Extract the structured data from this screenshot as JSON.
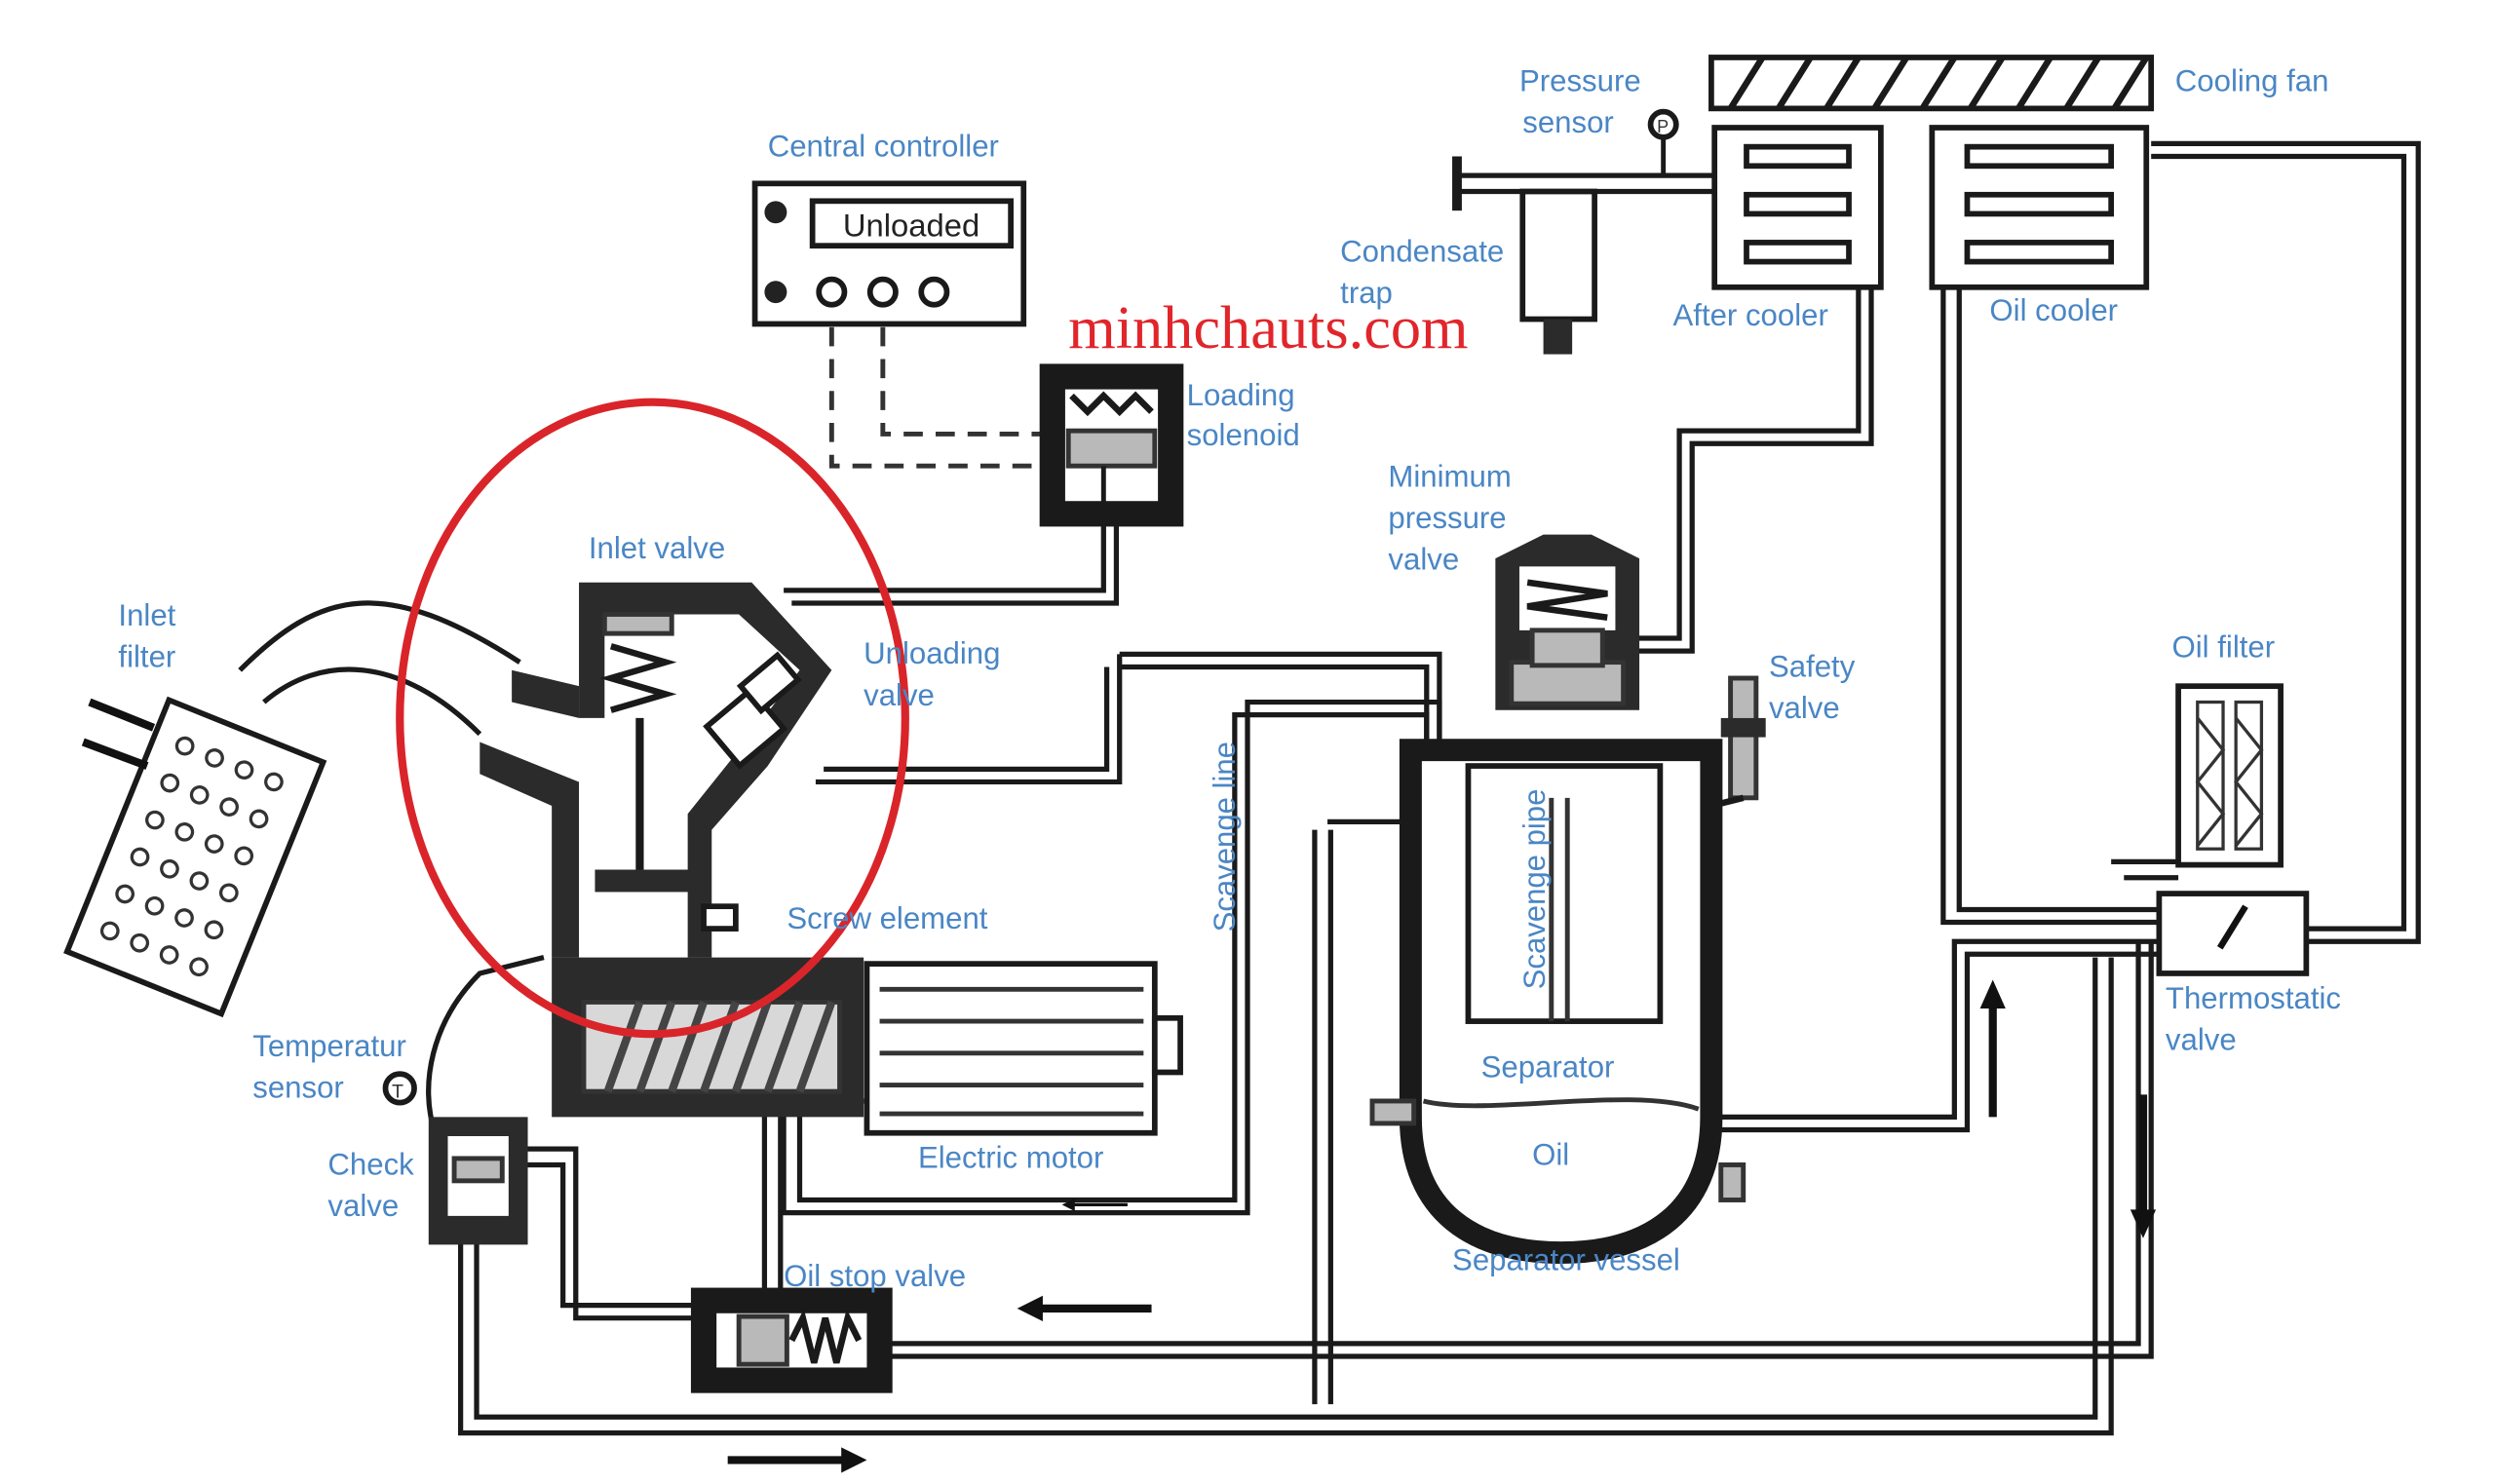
{
  "labels": {
    "central_controller": "Central controller",
    "display": "Unloaded",
    "pressure_sensor": [
      "Pressure",
      "sensor"
    ],
    "cooling_fan": "Cooling fan",
    "condensate_trap": [
      "Condensate",
      "trap"
    ],
    "after_cooler": "After cooler",
    "oil_cooler": "Oil cooler",
    "loading_solenoid": [
      "Loading",
      "solenoid"
    ],
    "minimum_pressure_valve": [
      "Minimum",
      "pressure",
      "valve"
    ],
    "inlet_valve": "Inlet valve",
    "unloading_valve": [
      "Unloading",
      "valve"
    ],
    "inlet_filter": [
      "Inlet",
      "filter"
    ],
    "safety_valve": [
      "Safety",
      "valve"
    ],
    "oil_filter": "Oil filter",
    "scavenge_line": "Scavenge line",
    "scavenge_pipe": "Scavenge pipe",
    "screw_element": "Screw element",
    "temperature_sensor": [
      "Temperatur",
      "sensor"
    ],
    "separator": "Separator",
    "oil": "Oil",
    "electric_motor": "Electric motor",
    "check_valve": [
      "Check",
      "valve"
    ],
    "separator_vessel": "Separator vessel",
    "thermostatic_valve": [
      "Thermostatic",
      "valve"
    ],
    "oil_stop_valve": "Oil stop valve",
    "pressure_gauge_symbol": "P",
    "temperature_gauge_symbol": "T"
  },
  "watermark": "minhchauts.com",
  "colors": {
    "label": "#4a86c5",
    "watermark": "#e0262b",
    "highlight_circle": "#d9252a"
  }
}
